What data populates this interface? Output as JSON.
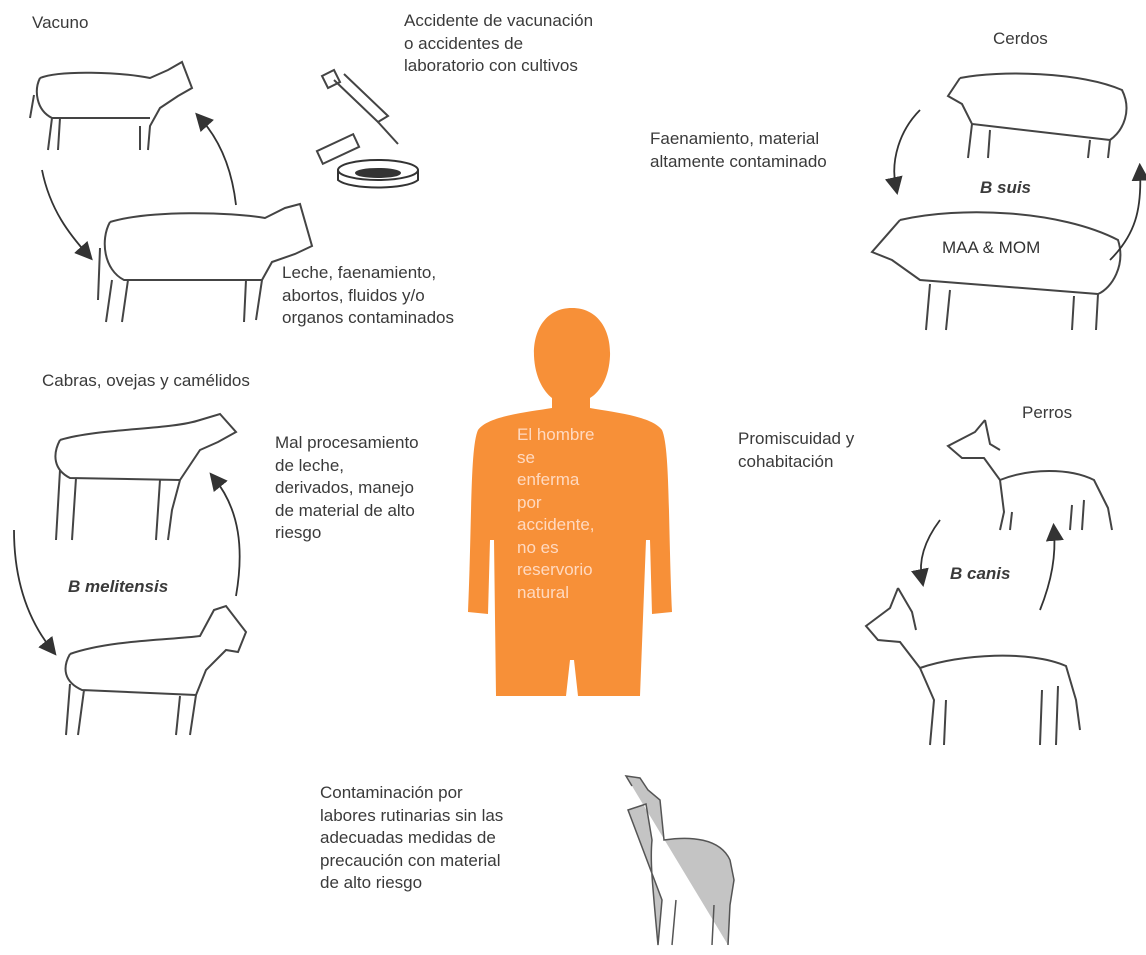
{
  "colors": {
    "human": "#f79038",
    "ink": "#444444",
    "human_text": "#ffd9c0"
  },
  "labels": {
    "vacuno": "Vacuno",
    "accidente": "Accidente de vacunación\no accidentes de\nlaboratorio con cultivos",
    "cerdos": "Cerdos",
    "faenamiento_material": "Faenamiento, material\naltamente contaminado",
    "b_suis": "B suis",
    "maa_mom": "MAA & MOM",
    "leche": "Leche, faenamiento,\nabortos, fluidos y/o\norganos contaminados",
    "cabras": "Cabras, ovejas y camélidos",
    "mal_procesamiento": "Mal procesamiento\nde leche,\nderivados, manejo\nde material de alto\nriesgo",
    "b_melitensis": "B melitensis",
    "human_text": "El hombre\nse\nenferma\npor\naccidente,\nno es\nreservorio\nnatural",
    "promiscuidad": "Promiscuidad y\ncohabitación",
    "perros": "Perros",
    "b_canis": "B canis",
    "contaminacion": "Contaminación por\nlabores rutinarias sin las\nadecuadas medidas de\nprecaución con material\nde alto riesgo"
  },
  "icons": [
    "cow-icon",
    "syringe-icon",
    "petri-dish-icon",
    "pig-icon",
    "goat-icon",
    "sheep-icon",
    "dog-icon",
    "llama-icon",
    "human-figure-icon",
    "cycle-arrow-icon"
  ]
}
